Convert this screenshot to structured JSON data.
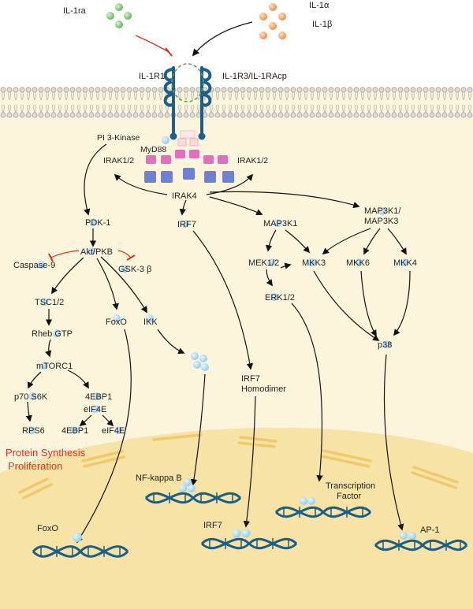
{
  "ligands": {
    "antagonist": "IL-1ra",
    "alpha": "IL-1α",
    "beta": "IL-1β"
  },
  "receptors": {
    "r1": "IL-1R1",
    "r3": "IL-1R3/IL-1RAcp"
  },
  "adaptors": {
    "pi3k": "PI 3-Kinase",
    "myd88": "MyD88",
    "irak12_left": "IRAK1/2",
    "irak12_right": "IRAK1/2",
    "irak4": "IRAK4"
  },
  "pi3k_branch": {
    "pdk1": "PDK-1",
    "akt": "Akt/PKB",
    "caspase9": "Caspase-9",
    "gsk3b": "GSK-3 β",
    "tsc": "TSC1/2",
    "rheb": "Rheb GTP",
    "mtorc1": "mTORC1",
    "p70s6k": "p70 S6K",
    "ebp1_top": "4EBP1",
    "eif4e_top": "eIF4E",
    "rps6": "RPS6",
    "ebp1_bottom": "4EBP1",
    "eif4e_bottom": "eIF4E",
    "foxo": "FoxO",
    "ikk": "IKK",
    "outcome_line1": "Protein Synthesis",
    "outcome_line2": "Proliferation"
  },
  "irf_branch": {
    "irf7": "IRF7",
    "homodimer_line1": "IRF7",
    "homodimer_line2": "Homodimer"
  },
  "mapk_branch": {
    "map3k1": "MAP3K1",
    "map3k13_line1": "MAP3K1/",
    "map3k13_line2": "MAP3K3",
    "mek12": "MEK1/2",
    "mkk3": "MKK3",
    "mkk6": "MKK6",
    "mkk4": "MKK4",
    "erk12": "ERK1/2",
    "p38": "p38"
  },
  "nucleus": {
    "foxo": "FoxO",
    "nfkb": "NF-kappa B",
    "irf7": "IRF7",
    "tf_line1": "Transcription",
    "tf_line2": "Factor",
    "ap1": "AP-1"
  },
  "colors": {
    "cytoplasm": "#fdf4dc",
    "nucleus": "#f7e3a6",
    "nucleus_edge": "#f0c96a",
    "membrane": "#b5b5b5",
    "receptor": "#1e5f8c",
    "ligand_green": "#76c276",
    "ligand_orange": "#f39a55",
    "molecule_blue": "#9fd3ee",
    "dna": "#1b5e86",
    "inhibit": "#e0301e",
    "pink_box": "#e06fbd",
    "blue_box": "#6e80d2"
  }
}
